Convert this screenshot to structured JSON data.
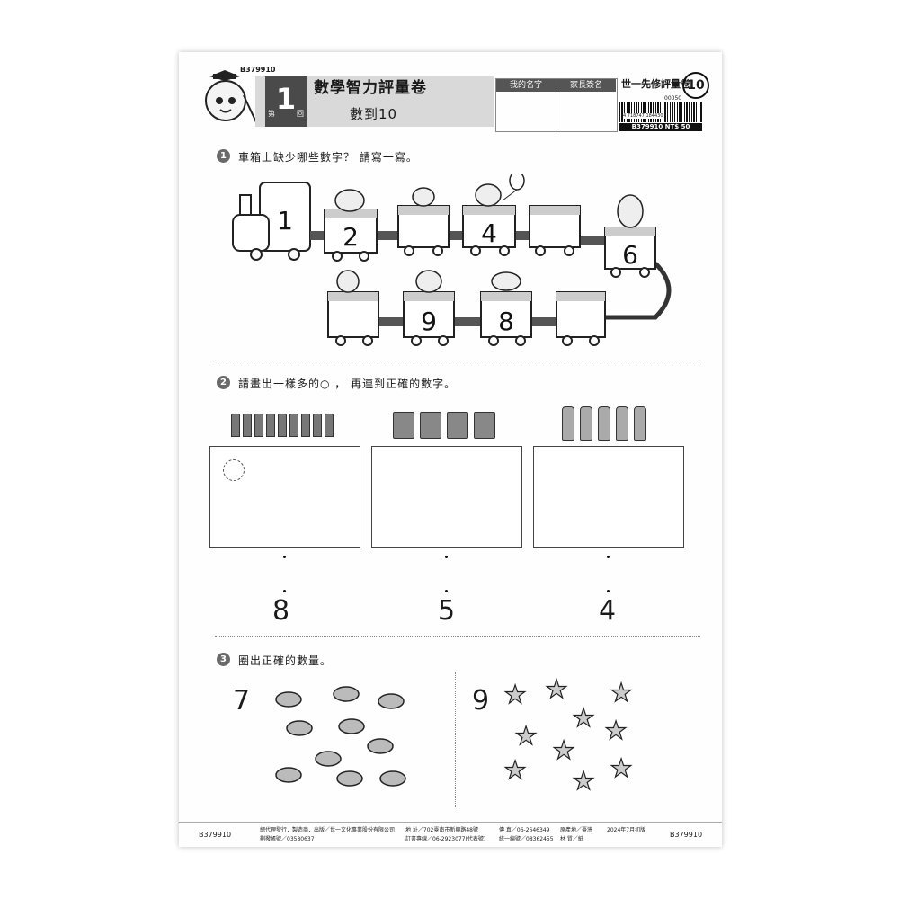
{
  "header": {
    "code": "B379910",
    "tab_prefix": "第",
    "tab_number": "1",
    "tab_suffix": "回",
    "title": "數學智力評量卷",
    "subtitle": "數到10",
    "name_label": "我的名字",
    "parent_label": "家長簽名",
    "series": "世一先修評量卷",
    "series_number": "10",
    "barcode_digits": "4 718747 184430",
    "barcode_addon": "00050",
    "price_line": "B379910 NT$ 50"
  },
  "q1": {
    "number": "1",
    "text": "車箱上缺少哪些數字？ 請寫一寫。",
    "cars": [
      "1",
      "2",
      "",
      "4",
      "",
      "6",
      "",
      "9",
      "8",
      ""
    ]
  },
  "q2": {
    "number": "2",
    "text": "請畫出一樣多的○ ， 再連到正確的數字。",
    "groups": [
      {
        "item": "pencil-icon",
        "count": 9
      },
      {
        "item": "book-icon",
        "count": 4
      },
      {
        "item": "bottle-icon",
        "count": 5
      }
    ],
    "numbers": [
      "8",
      "5",
      "4"
    ]
  },
  "q3": {
    "number": "3",
    "text": "圈出正確的數量。",
    "left_number": "7",
    "left_item": "fish-icon",
    "left_count": 10,
    "right_number": "9",
    "right_item": "starfish-icon",
    "right_count": 10
  },
  "footer": {
    "code_left": "B379910",
    "code_right": "B379910",
    "line1": "總代理發行．製造商．出版／世一文化事業股份有限公司",
    "line2": "劃撥帳號／03580637",
    "addr1": "地 址／702臺南市新興路48號",
    "addr2": "訂書專線／06-2923077(代表號)",
    "fax": "傳 真／06-2646349",
    "uniform": "統一編號／08362455",
    "editor": "原產地／臺灣",
    "edition": "2024年7月初版",
    "material": "材 質／紙"
  },
  "colors": {
    "ink": "#1a1a1a",
    "gray": "#d9d9d9",
    "dark": "#4a4a4a"
  }
}
